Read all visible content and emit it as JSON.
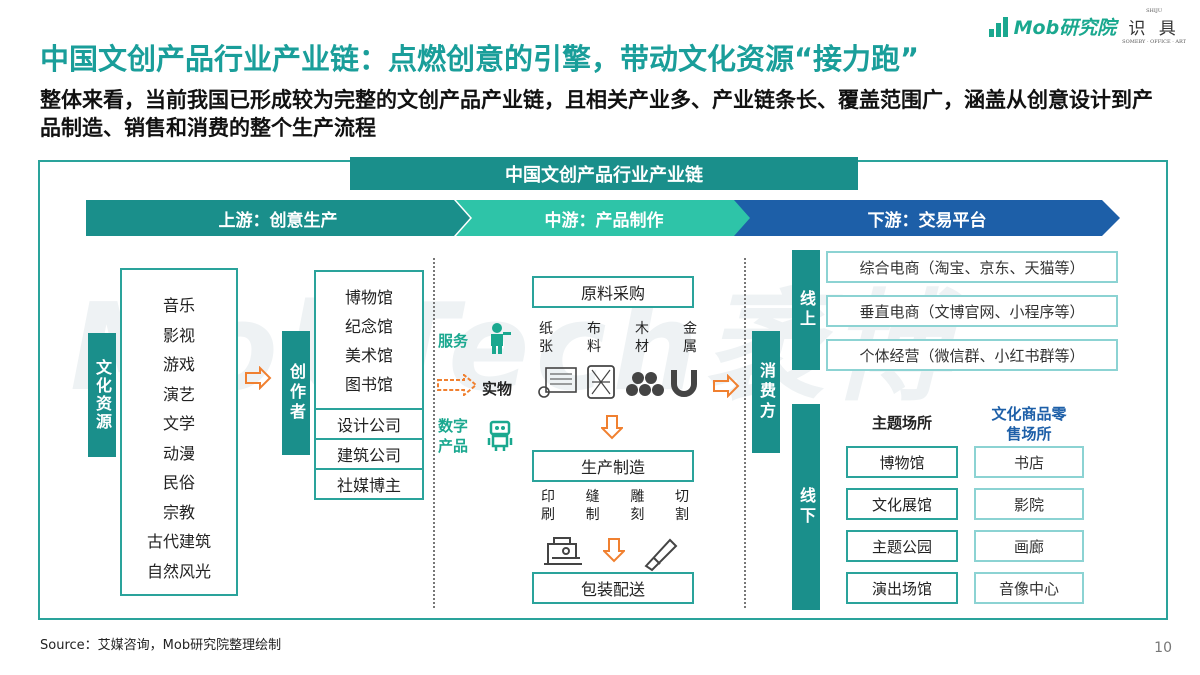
{
  "title": "中国文创产品行业产业链：点燃创意的引擎，带动文化资源“接力跑”",
  "subtitle": "整体来看，当前我国已形成较为完整的文创产品产业链，且相关产业多、产业链条长、覆盖范围广，涵盖从创意设计到产品制造、销售和消费的整个生产流程",
  "logo": {
    "brand": "Mob研究院",
    "partner": "识 具",
    "partner_sm_top": "SHIJU",
    "partner_sm_bottom": "SOMEBY · OFFICE · ART"
  },
  "watermark": "MobTech袤博",
  "chain_title": "中国文创产品行业产业链",
  "colors": {
    "teal": "#1a8f8b",
    "light_teal": "#2ec4a8",
    "blue": "#1d5fa8",
    "orange": "#f08030"
  },
  "stages": {
    "upstream": "上游：创意生产",
    "midstream": "中游：产品制作",
    "downstream": "下游：交易平台"
  },
  "upstream": {
    "resource_label": "文化资源",
    "resources": [
      "音乐",
      "影视",
      "游戏",
      "演艺",
      "文学",
      "动漫",
      "民俗",
      "宗教",
      "古代建筑",
      "自然风光"
    ],
    "creator_label": "创作者",
    "creators_group1": [
      "博物馆",
      "纪念馆",
      "美术馆",
      "图书馆"
    ],
    "creators_group2": [
      "设计公司",
      "建筑公司",
      "社媒博主"
    ]
  },
  "midstream": {
    "service_label": "服务",
    "physical_label": "实物",
    "digital_label": "数字产品",
    "raw_purchase": "原料采购",
    "materials": [
      "纸张",
      "布料",
      "木材",
      "金属"
    ],
    "production": "生产制造",
    "processes": [
      "印刷",
      "缝制",
      "雕刻",
      "切割"
    ],
    "packaging": "包装配送"
  },
  "downstream": {
    "consumer_label": "消费方",
    "online_label": "线上",
    "online_items": [
      "综合电商（淘宝、京东、天猫等）",
      "垂直电商（文博官网、小程序等）",
      "个体经营（微信群、小红书群等）"
    ],
    "offline_label": "线下",
    "theme_header": "主题场所",
    "retail_header": "文化商品零售场所",
    "theme_places": [
      "博物馆",
      "文化展馆",
      "主题公园",
      "演出场馆"
    ],
    "retail_places": [
      "书店",
      "影院",
      "画廊",
      "音像中心"
    ]
  },
  "icons": [
    "right-arrow-icon",
    "service-person-icon",
    "robot-icon",
    "paper-roll-icon",
    "fabric-icon",
    "wood-logs-icon",
    "magnet-icon",
    "down-arrow-icon",
    "sewing-machine-icon",
    "cutter-icon"
  ],
  "source": "Source：艾媒咨询，Mob研究院整理绘制",
  "page_number": "10"
}
